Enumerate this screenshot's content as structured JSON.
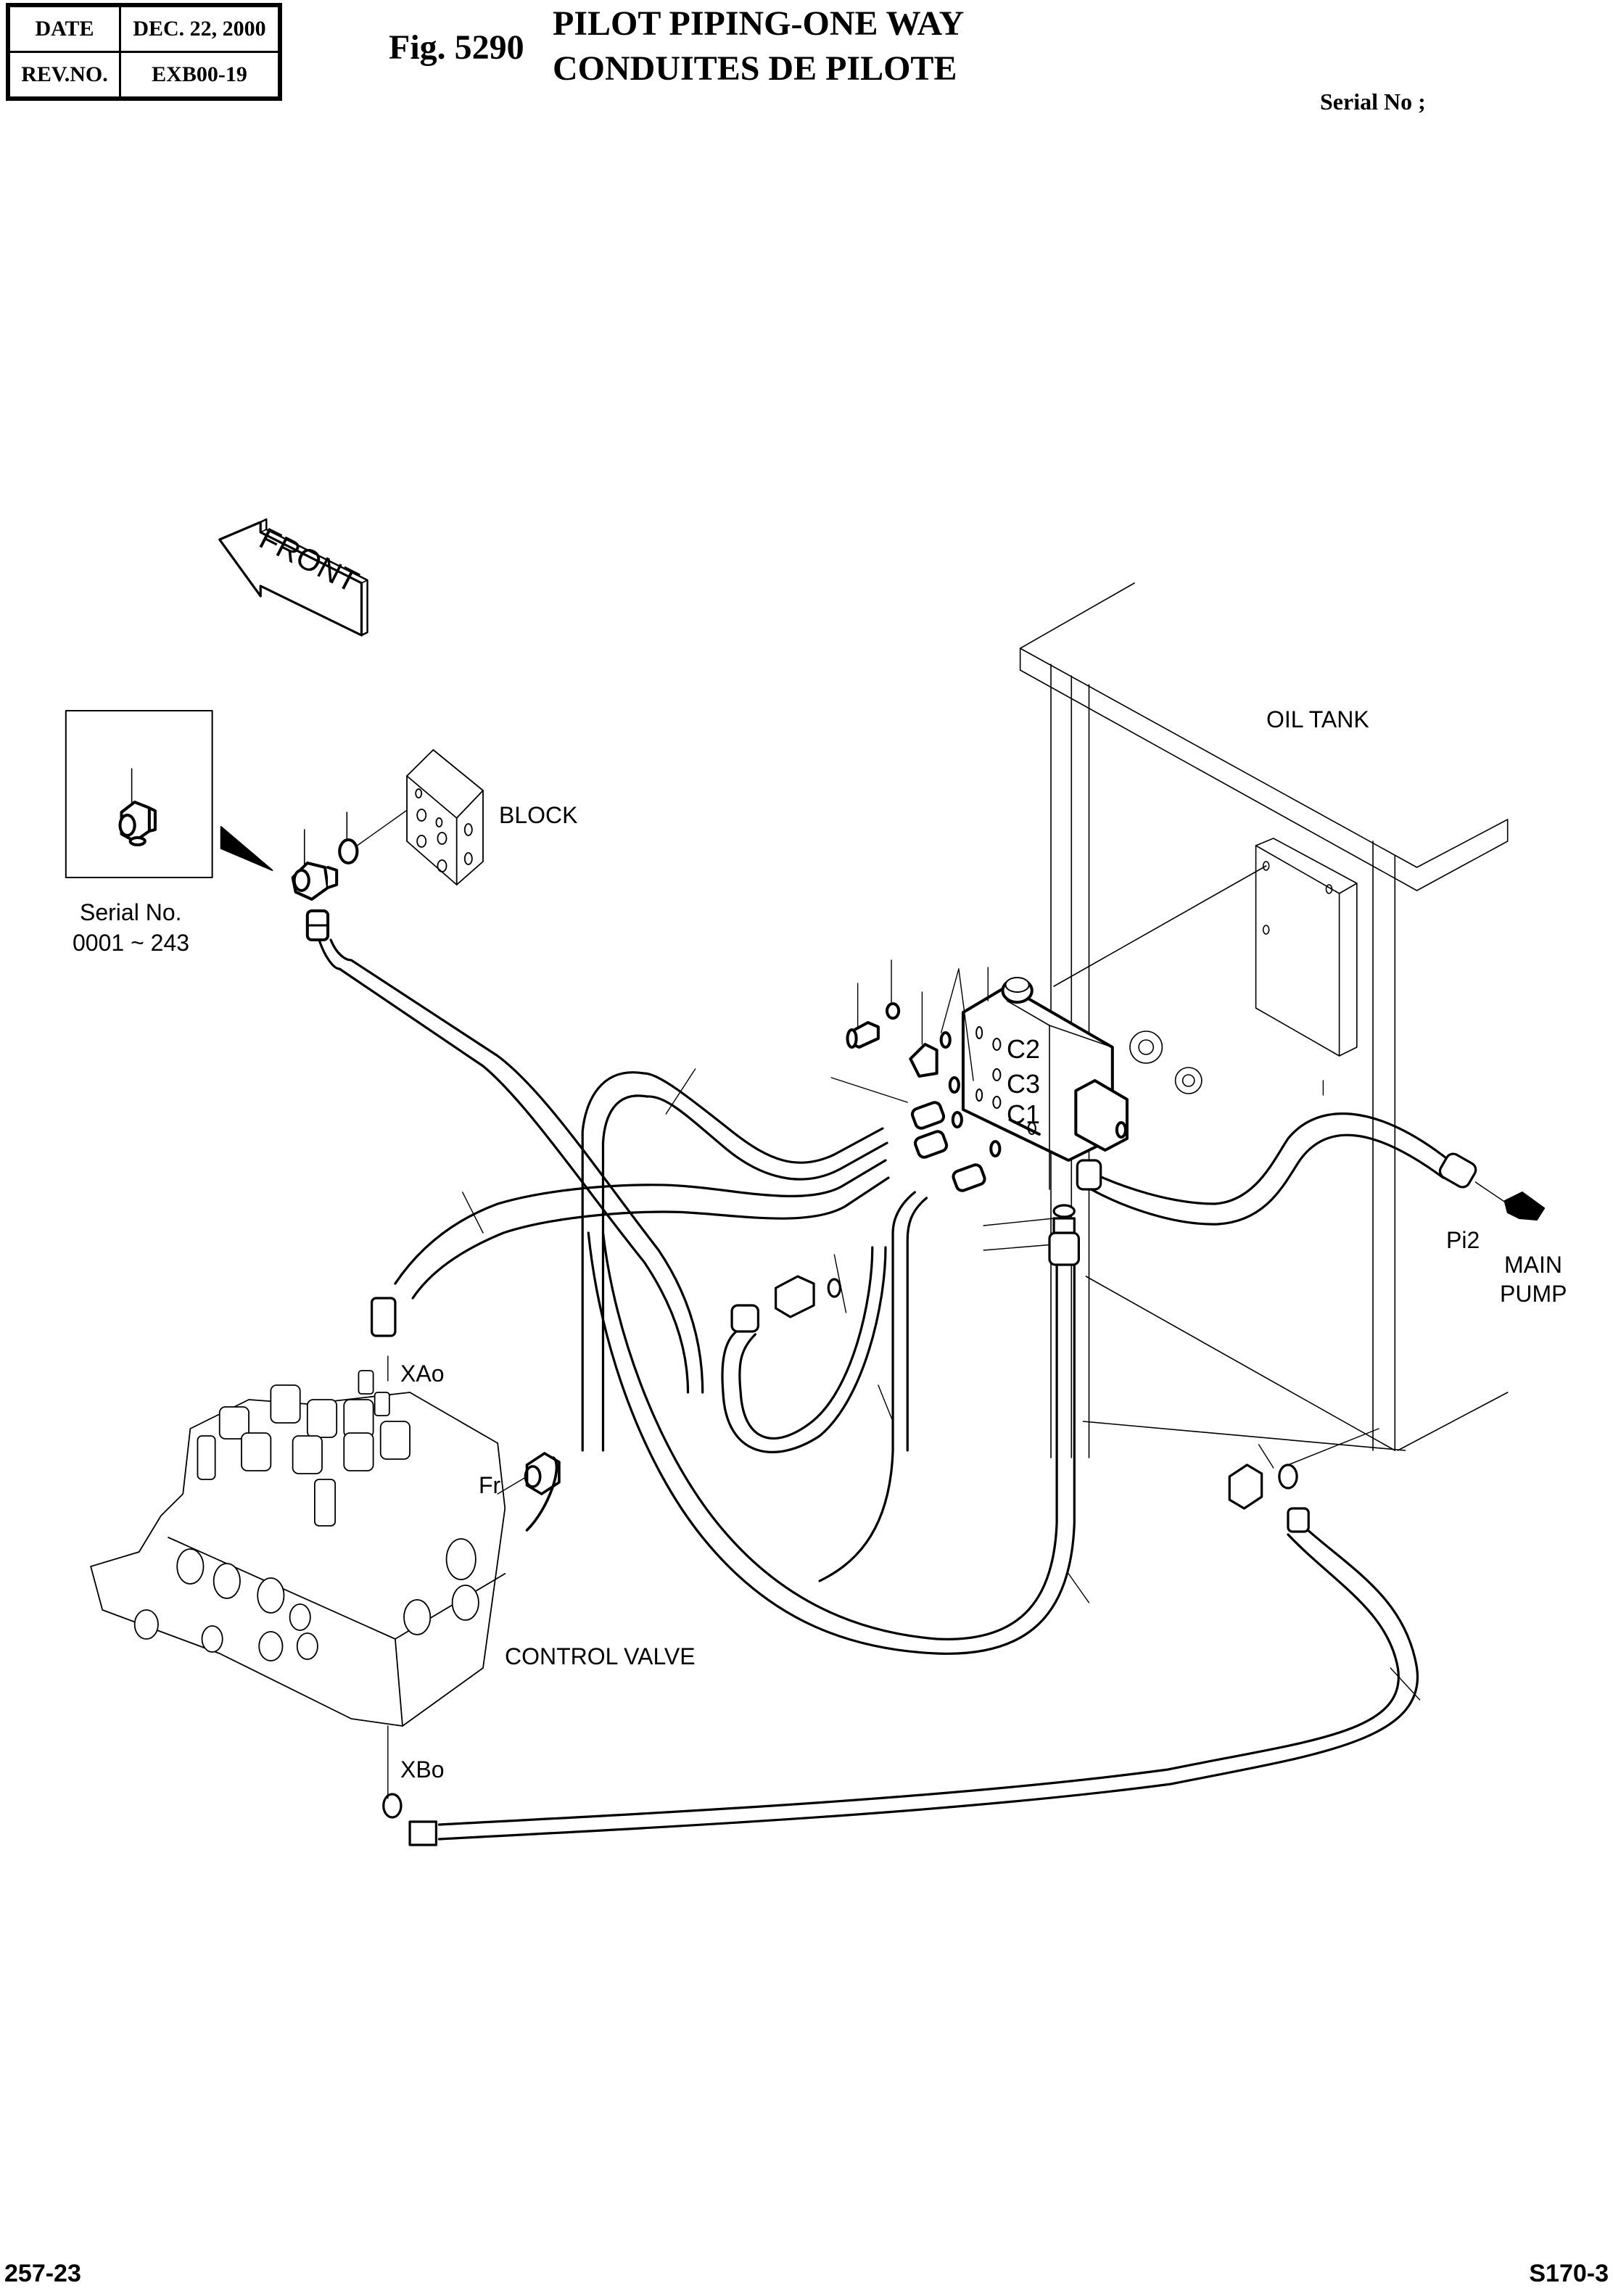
{
  "header": {
    "date_label": "DATE",
    "date_value": "DEC. 22, 2000",
    "rev_label": "REV.NO.",
    "rev_value": "EXB00-19",
    "figure_number": "Fig. 5290",
    "title_en": "PILOT PIPING-ONE WAY",
    "title_fr": "CONDUITES DE PILOTE",
    "serial_label": "Serial No ;"
  },
  "diagram": {
    "direction_arrow": "FRONT",
    "inset_caption_line1": "Serial No.",
    "inset_caption_line2": "0001 ~ 243",
    "labels": {
      "block": "BLOCK",
      "oil_tank": "OIL TANK",
      "port_c2": "C2",
      "port_c3": "C3",
      "port_c1": "C1",
      "port_pi2": "Pi2",
      "main_pump_line1": "MAIN",
      "main_pump_line2": "PUMP",
      "port_xao": "XAo",
      "port_fr": "Fr",
      "control_valve": "CONTROL VALVE",
      "port_xbo": "XBo"
    }
  },
  "footer": {
    "page_number": "257-23",
    "model": "S170-3"
  }
}
